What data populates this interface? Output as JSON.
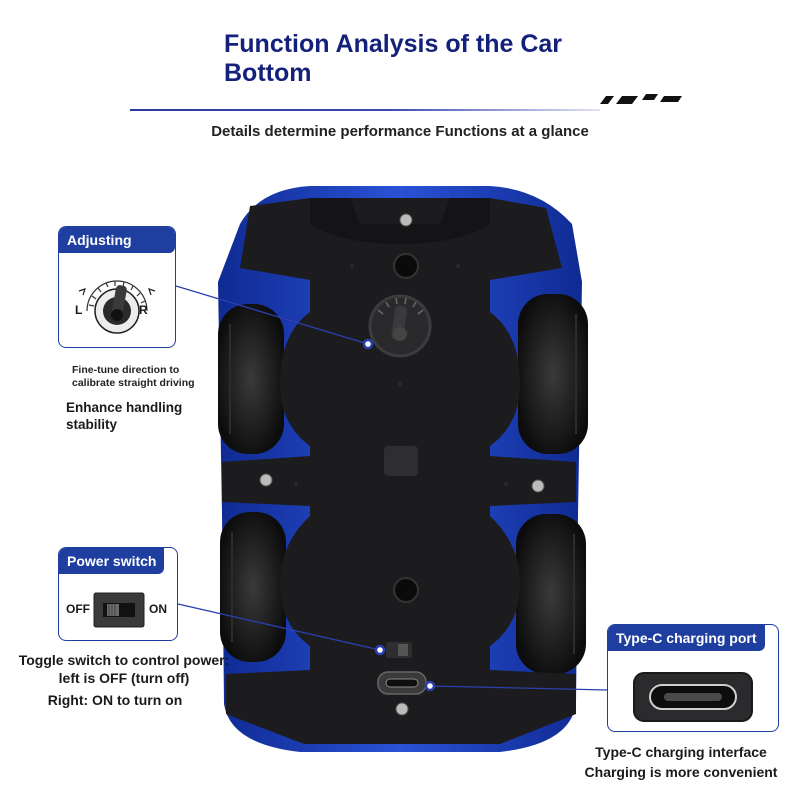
{
  "header": {
    "title": "Function Analysis of the Car Bottom",
    "subtitle": "Details determine performance Functions at a glance"
  },
  "knob": {
    "label": "Adjusting knob",
    "left_mark": "L",
    "right_mark": "R",
    "note": "Fine-tune direction to calibrate straight driving",
    "benefit": "Enhance handling stability"
  },
  "power": {
    "label": "Power switch",
    "off_label": "OFF",
    "on_label": "ON",
    "note_line1": "Toggle switch to control power: left is OFF (turn off)",
    "note_line2": "Right: ON to turn on"
  },
  "usbc": {
    "label": "Type-C charging port",
    "note": "Type-C charging interface Charging is more convenient"
  },
  "colors": {
    "accent": "#1f3fa0",
    "title": "#13217a",
    "car_body": "#1b1b1d",
    "car_shell": "#1e3fb8"
  },
  "icons": [
    "speed-marks-icon",
    "knob-dial-icon",
    "toggle-switch-icon",
    "usb-c-port-icon"
  ]
}
